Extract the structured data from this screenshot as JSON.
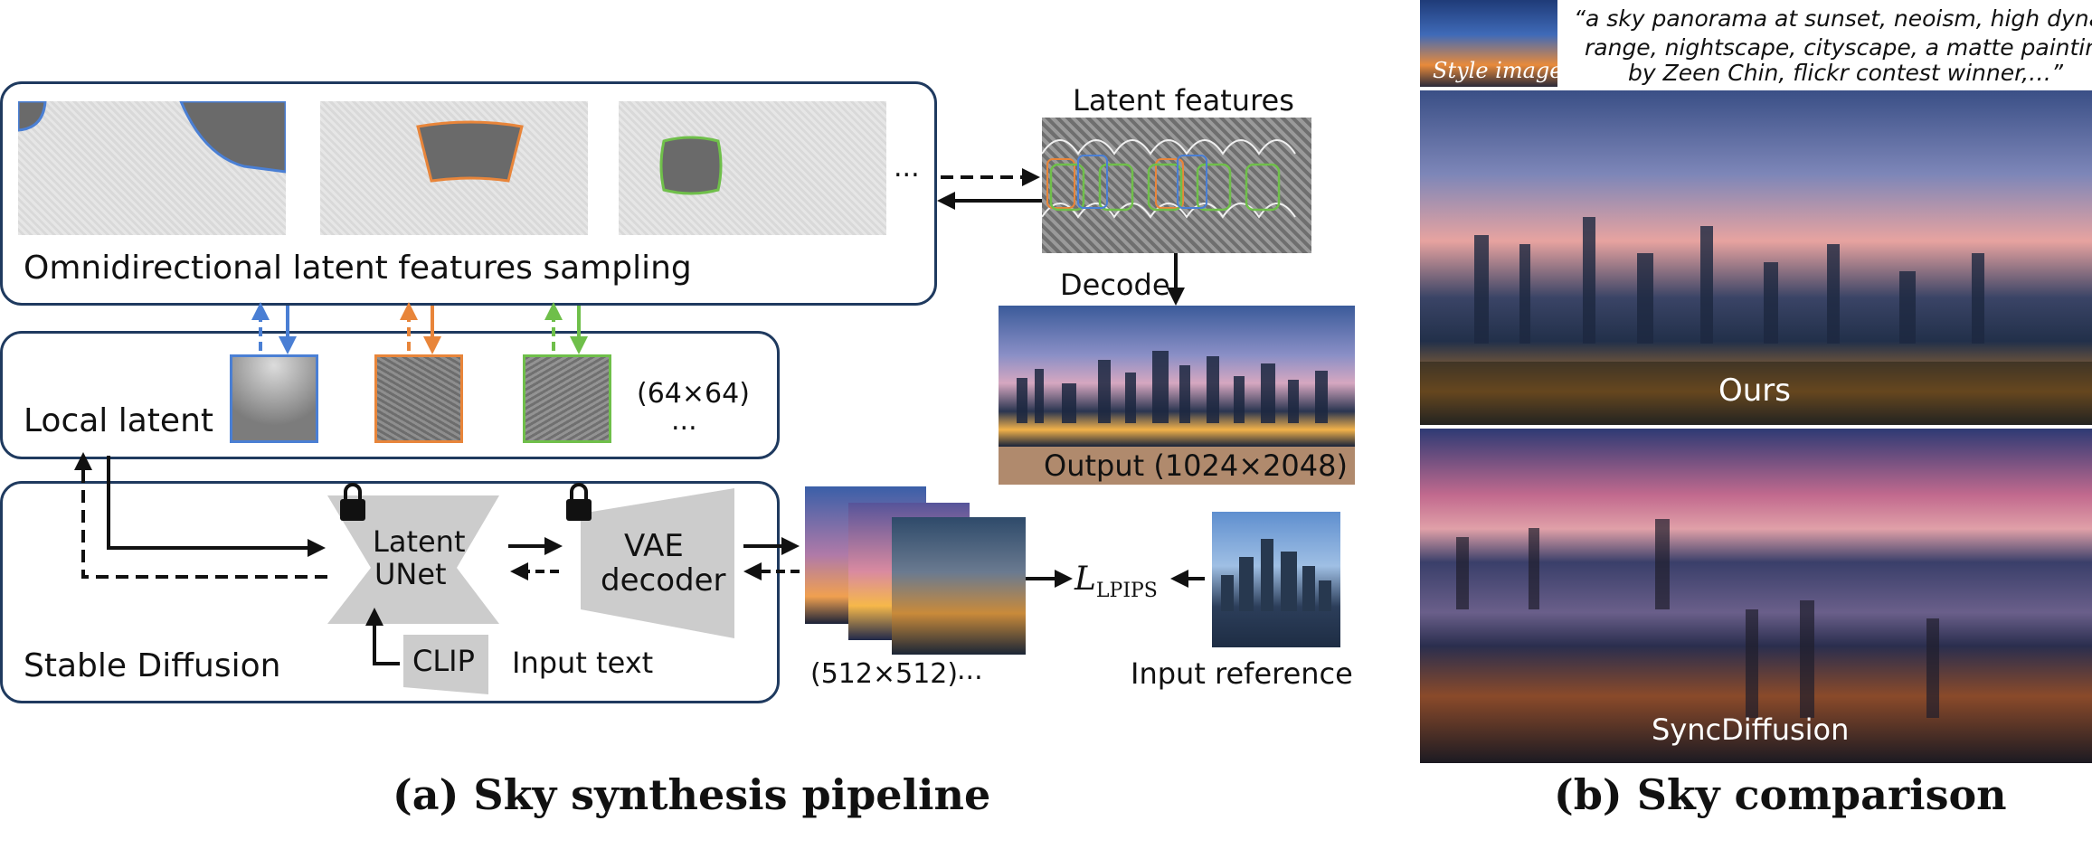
{
  "panel_a": {
    "caption": "(a) Sky synthesis pipeline",
    "sampling_label": "Omnidirectional latent features sampling",
    "sampling_ellipsis": "...",
    "latent_features_label": "Latent features",
    "decode_label": "Decode",
    "output_label": "Output (1024×2048)",
    "local_latent_label": "Local latent",
    "local_size": "(64×64)",
    "local_ellipsis": "...",
    "stable_diffusion_label": "Stable Diffusion",
    "unet_line1": "Latent",
    "unet_line2": "UNet",
    "vae_line1": "VAE",
    "vae_line2": "decoder",
    "clip_label": "CLIP",
    "input_text_label": "Input text",
    "crop_size": "(512×512)",
    "crop_ellipsis": "...",
    "loss_main": "L",
    "loss_sub": "LPIPS",
    "input_reference_label": "Input reference",
    "colors": {
      "blue": "#4a7fd4",
      "orange": "#e8853a",
      "green": "#6fbf4a",
      "border": "#1f3a5f",
      "gray": "#c9c9c9"
    }
  },
  "panel_b": {
    "caption": "(b) Sky comparison",
    "style_image_label": "Style image",
    "prompt": "“a sky panorama at sunset, neoism, high dynamic range,  nightscape, cityscape, a matte painting by Zeen Chin, flickr contest winner,…”",
    "prompt_line1": "“a sky panorama at sunset, neoism, high dynamic",
    "prompt_line2": "range,  nightscape, cityscape, a matte painting",
    "prompt_line3": "by Zeen Chin, flickr contest winner,…”",
    "ours_label": "Ours",
    "sync_label": "SyncDiffusion"
  }
}
